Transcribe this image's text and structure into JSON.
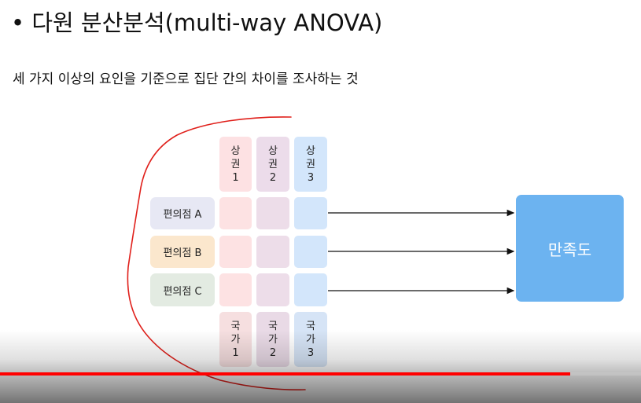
{
  "slide": {
    "title": "• 다원 분산분석(multi-way ANOVA)",
    "subtitle": "세 가지 이상의 요인을 기준으로 집단 간의 차이를 조사하는 것"
  },
  "diagram": {
    "column_headers": [
      {
        "lines": [
          "상",
          "권",
          "1"
        ],
        "color": "#fde1e3"
      },
      {
        "lines": [
          "상",
          "권",
          "2"
        ],
        "color": "#ecdcea"
      },
      {
        "lines": [
          "상",
          "권",
          "3"
        ],
        "color": "#d3e6fb"
      }
    ],
    "column_footers": [
      {
        "lines": [
          "국",
          "가",
          "1"
        ],
        "color": "#f6dfe0"
      },
      {
        "lines": [
          "국",
          "가",
          "2"
        ],
        "color": "#e9dae6"
      },
      {
        "lines": [
          "국",
          "가",
          "3"
        ],
        "color": "#d6e4f6"
      }
    ],
    "row_labels": [
      {
        "label": "편의점 A",
        "color": "#e7e8f4"
      },
      {
        "label": "편의점 B",
        "color": "#fbe7cd"
      },
      {
        "label": "편의점 C",
        "color": "#e3ebe2"
      }
    ],
    "cell_colors": [
      "#fde2e3",
      "#eddde9",
      "#d3e6fb"
    ],
    "target_label": "만족도"
  },
  "player": {
    "progress_percent": 89
  },
  "colors": {
    "annotation_stroke": "#e0201b",
    "arrow": "#111111",
    "target": "#6cb3f0"
  }
}
